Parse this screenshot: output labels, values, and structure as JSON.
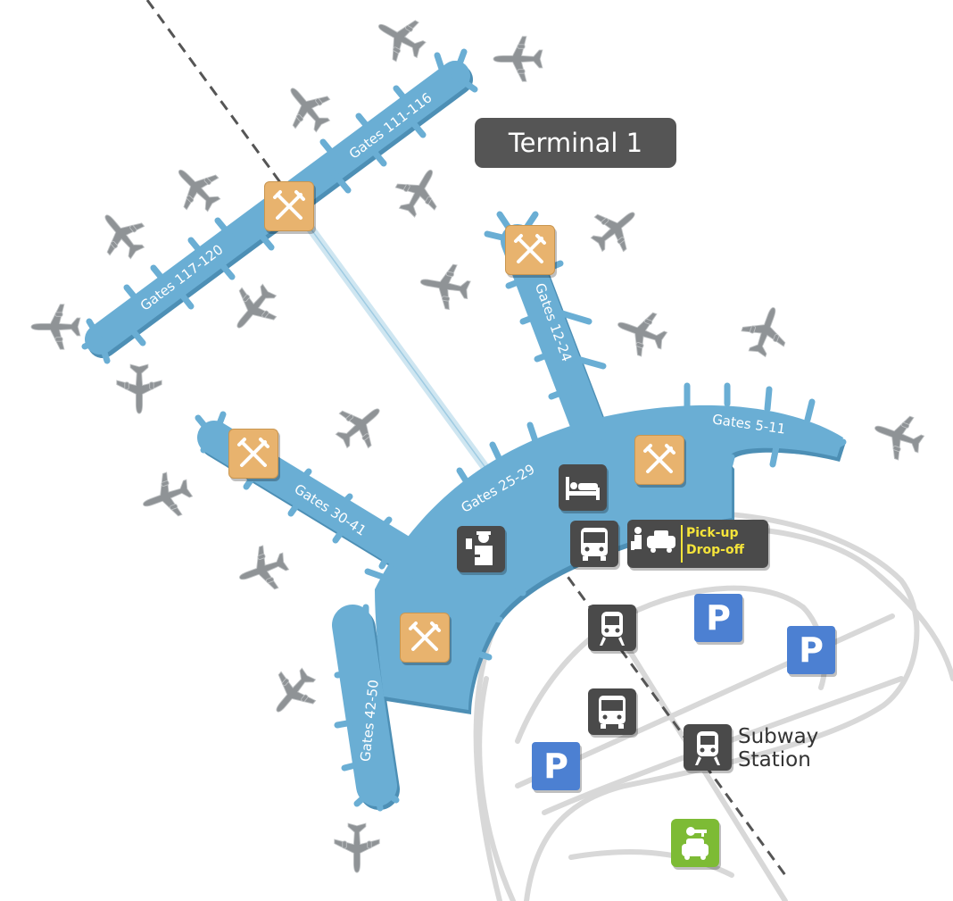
{
  "terminal": {
    "title": "Terminal 1"
  },
  "concourses": [
    {
      "id": "c1",
      "label": "Gates 111-116"
    },
    {
      "id": "c2",
      "label": "Gates 117-120"
    },
    {
      "id": "c3",
      "label": "Gates 12-24"
    },
    {
      "id": "c4",
      "label": "Gates 5-11"
    },
    {
      "id": "c5",
      "label": "Gates 25-29"
    },
    {
      "id": "c6",
      "label": "Gates 30-41"
    },
    {
      "id": "c7",
      "label": "Gates 42-50"
    }
  ],
  "services": {
    "pickup": {
      "line1": "Pick-up",
      "line2": "Drop-off"
    },
    "subway": {
      "line1": "Subway",
      "line2": "Station"
    },
    "parking_symbol": "P"
  },
  "icons": [
    "restaurant-icon",
    "hotel-icon",
    "bus-icon",
    "taxi-icon",
    "train-icon",
    "customs-icon",
    "parking-icon",
    "car-rental-icon",
    "airplane-icon"
  ],
  "colors": {
    "concourse": "#6aaed4",
    "concourse_shadow": "#4d8fb5",
    "food": "#e8b36e",
    "service_dark": "#4a4a4a",
    "parking": "#4c80d2",
    "rental": "#7dbb35",
    "pickup_text": "#f5e43a",
    "airplane": "#8f9396",
    "roads": "#d8d8d8"
  }
}
